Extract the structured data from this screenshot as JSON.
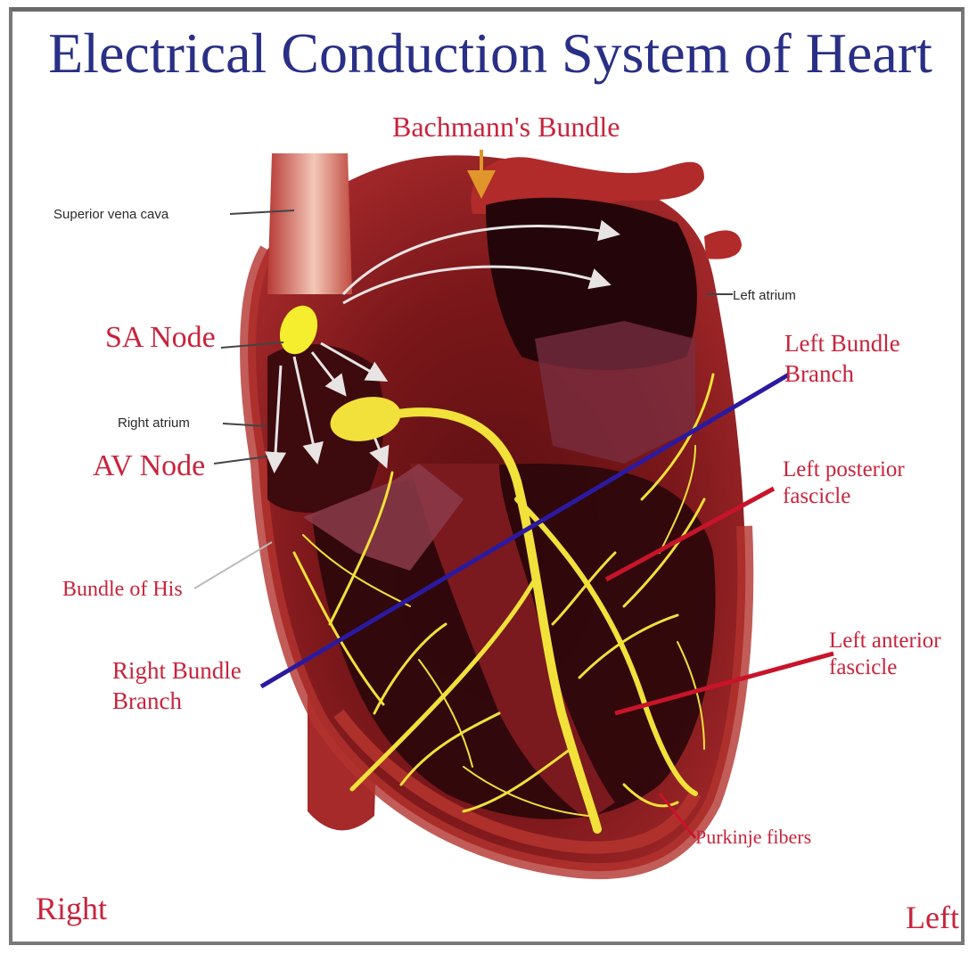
{
  "title": "Electrical Conduction System of Heart",
  "labels": {
    "bachmanns_bundle": "Bachmann's Bundle",
    "superior_vena_cava": "Superior vena cava",
    "left_atrium": "Left atrium",
    "sa_node": "SA Node",
    "right_atrium": "Right atrium",
    "av_node": "AV Node",
    "left_bundle_branch": [
      "Left Bundle",
      "Branch"
    ],
    "left_posterior_fascicle": [
      "Left posterior",
      "fascicle"
    ],
    "bundle_of_his": "Bundle of His",
    "left_anterior_fascicle": [
      "Left anterior",
      "fascicle"
    ],
    "right_bundle_branch": [
      "Right Bundle",
      "Branch"
    ],
    "purkinje_fibers": "Purkinje fibers",
    "right_side": "Right",
    "left_side": "Left"
  },
  "colors": {
    "title": "#2a2f86",
    "label_red": "#c8243c",
    "label_dark": "#2a2a2a",
    "heart_dark": "#5a0e12",
    "heart_mid": "#8e1d1f",
    "heart_light": "#b8322d",
    "conduction_yellow": "#f1e13a",
    "pointer_blue": "#2b1aa0",
    "pointer_red": "#c8142a",
    "arrow_white": "#e8e4e4",
    "arrow_orange": "#e0962a"
  }
}
